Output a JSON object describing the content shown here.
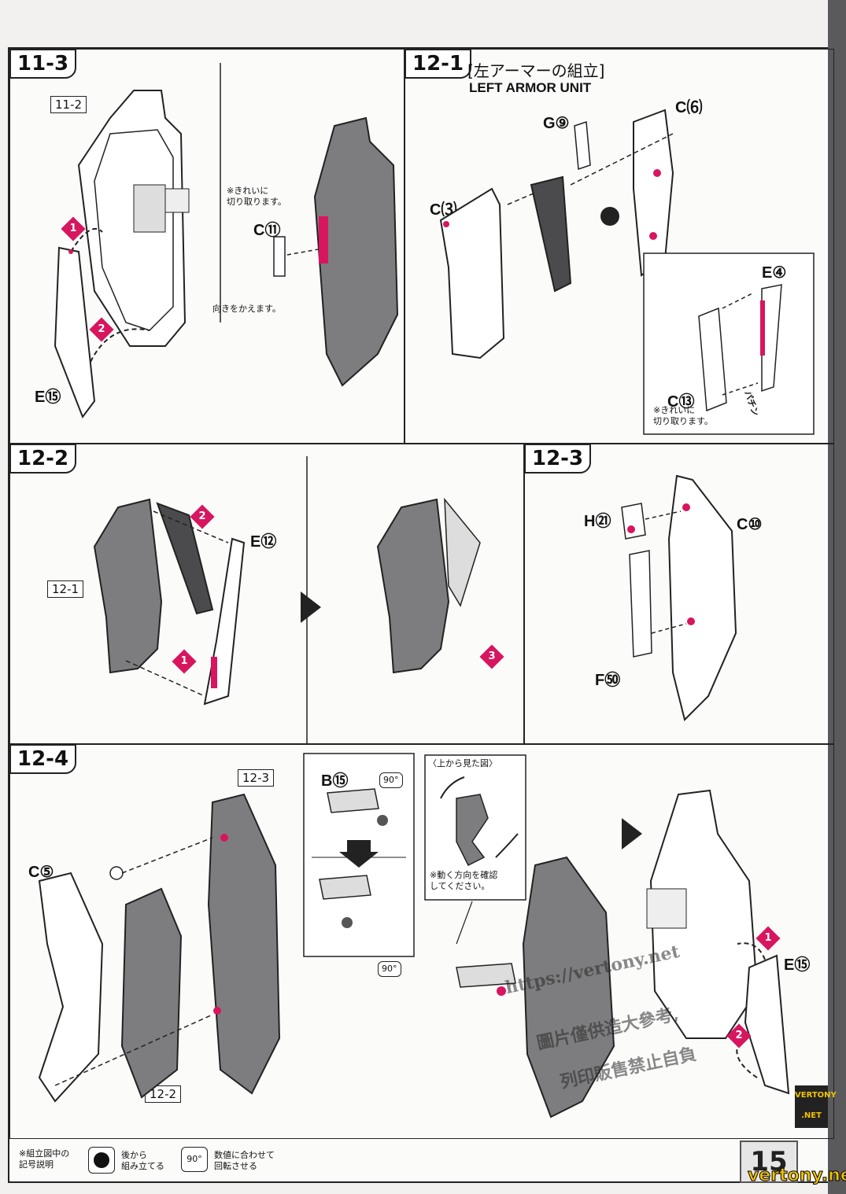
{
  "steps": {
    "s11_3": {
      "label": "11-3"
    },
    "s12_1": {
      "label": "12-1",
      "title_ja": "[左アーマーの組立]",
      "title_en": "LEFT ARMOR UNIT"
    },
    "s12_2": {
      "label": "12-2"
    },
    "s12_3": {
      "label": "12-3"
    },
    "s12_4": {
      "label": "12-4"
    }
  },
  "parts": {
    "e15": "E⑮",
    "c11": "C⑪",
    "c25": "C⑹",
    "g9": "G⑨",
    "c22": "C⑶",
    "e4": "E④",
    "c13": "C⑬",
    "e12": "E⑫",
    "h31": "H㉑",
    "c10": "C⑩",
    "f50": "F㊿",
    "c5": "C⑤",
    "b15": "B⑮",
    "e15b": "E⑮"
  },
  "refs": {
    "r11_2": "11-2",
    "r12_1": "12-1",
    "r12_3": "12-3",
    "r12_2": "12-2"
  },
  "notes": {
    "cut_clean_1": "※きれいに\n切り取ります。",
    "turn": "向きをかえます。",
    "cut_clean_2": "※きれいに\n切り取ります。",
    "snap": "パチン",
    "top_view": "〈上から見た図〉",
    "check_dir": "※動く方向を確認\nしてください。",
    "deg90a": "90°",
    "deg90b": "90°",
    "deg90c": "90°"
  },
  "badges": [
    "1",
    "2",
    "1",
    "2",
    "3",
    "1",
    "2"
  ],
  "legend": {
    "title": "※組立図中の\n記号説明",
    "item1": "後から\n組み立てる",
    "item2_icon": "90°",
    "item2": "数値に合わせて\n回転させる"
  },
  "page_number": "15",
  "watermarks": {
    "url": "https://vertony.net",
    "cn1": "圖片僅供造大參考,",
    "cn2": "列印販售禁止自負",
    "logo": "VERTONY .NET",
    "footer": "vertony.net"
  },
  "colors": {
    "accent": "#d8155f",
    "ink": "#222222",
    "part_fill": "#7d7d7f"
  }
}
